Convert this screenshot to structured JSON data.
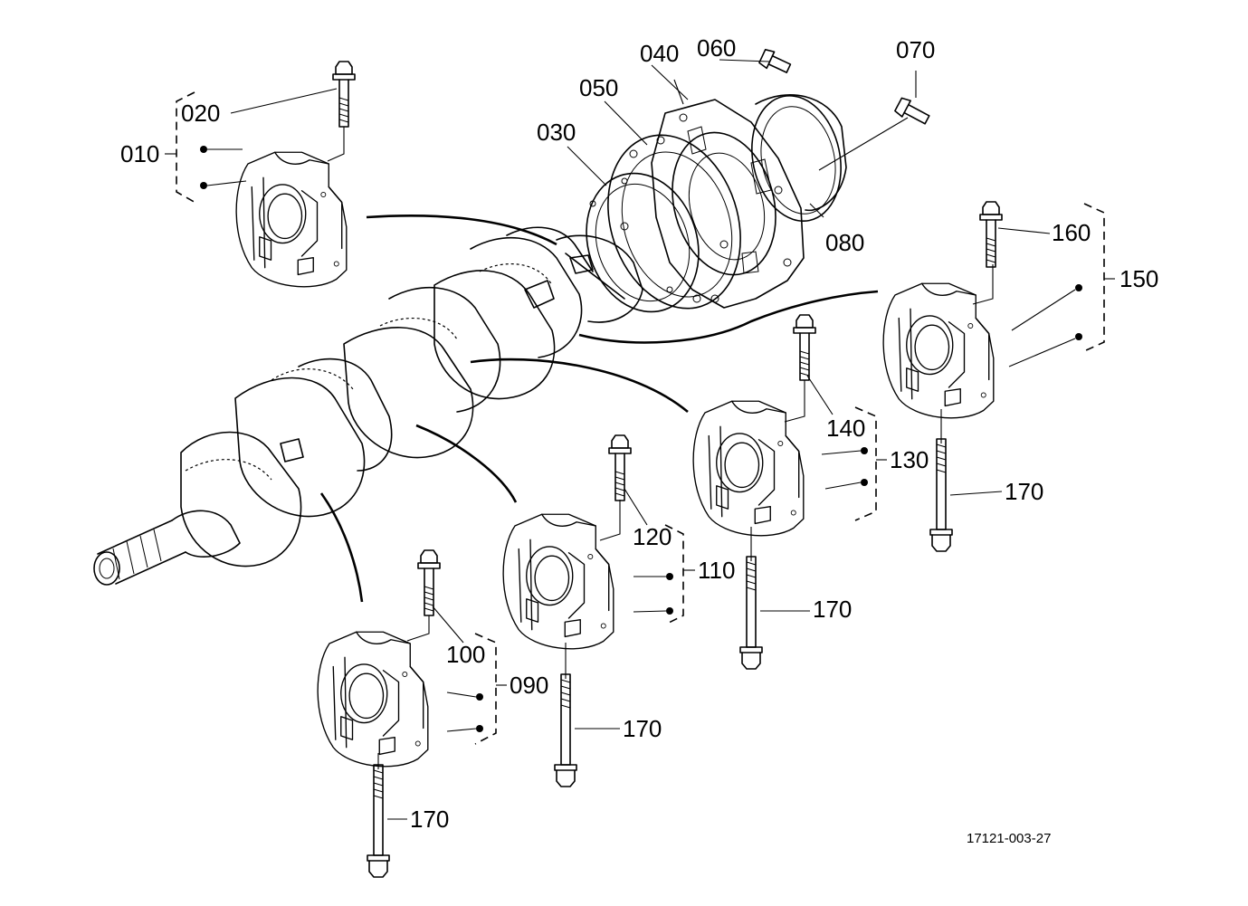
{
  "callouts": {
    "p010": "010",
    "p020": "020",
    "p030": "030",
    "p040": "040",
    "p050": "050",
    "p060": "060",
    "p070": "070",
    "p080": "080",
    "p090": "090",
    "p100": "100",
    "p110": "110",
    "p120": "120",
    "p130": "130",
    "p140": "140",
    "p150": "150",
    "p160": "160",
    "p170a": "170",
    "p170b": "170",
    "p170c": "170",
    "p170d": "170"
  },
  "drawing_number": "17121-003-27"
}
